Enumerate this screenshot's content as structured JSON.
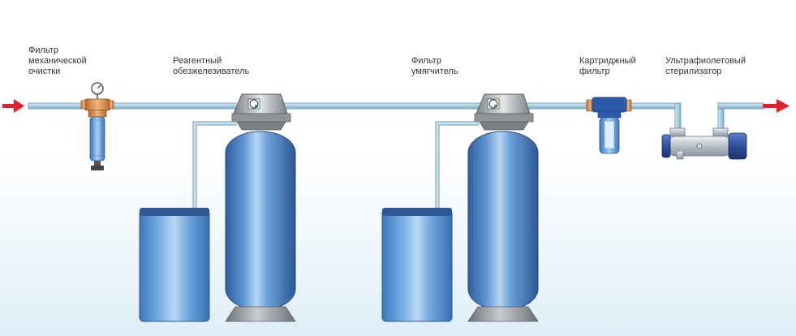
{
  "labels": {
    "mechanical_filter": "Фильтр\nмеханической\nочистки",
    "iron_remover": "Реагентный\nобезжелезиватель",
    "softener": "Фильтр\nумягчитель",
    "cartridge_filter": "Картриджный\nфильтр",
    "uv_sterilizer": "Ультрафиолетовый\nстерилизатор"
  },
  "colors": {
    "arrow": "#e41e2b",
    "pipe": "#a9cfe2",
    "pipe_outline": "#6f95aa",
    "tank_blue": "#4f86c6",
    "tank_dark": "#2f5e9c",
    "tank_light": "#a9cdee",
    "base_gray": "#8d9296",
    "valve_gray": "#a8acaf",
    "brass": "#d98b3a",
    "uv_body": "#c9cfd6"
  },
  "icons": {
    "inlet_arrow": "right-arrow-icon",
    "outlet_arrow": "right-arrow-icon",
    "pressure_gauge": "gauge-icon"
  }
}
